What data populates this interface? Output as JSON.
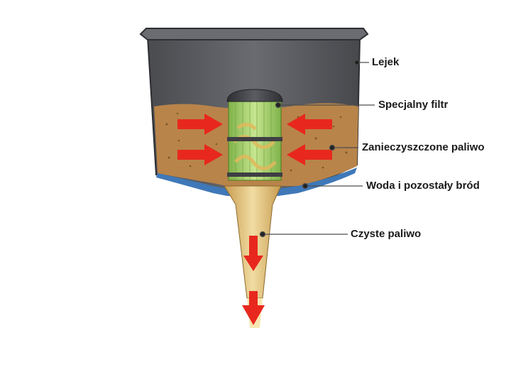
{
  "labels": {
    "funnel": "Lejek",
    "filter": "Specjalny filtr",
    "dirty_fuel": "Zanieczyszczone paliwo",
    "water_sediment": "Woda i pozostały bród",
    "clean_fuel": "Czyste paliwo"
  },
  "colors": {
    "funnel_body": "#5e5f63",
    "dirty_fuel": "#b8844a",
    "water": "#3f78b8",
    "filter_mesh": "#a8d36a",
    "clean_fuel": "#e0c27a",
    "arrow": "#e8281e",
    "leader_line": "#4d4d4d"
  }
}
